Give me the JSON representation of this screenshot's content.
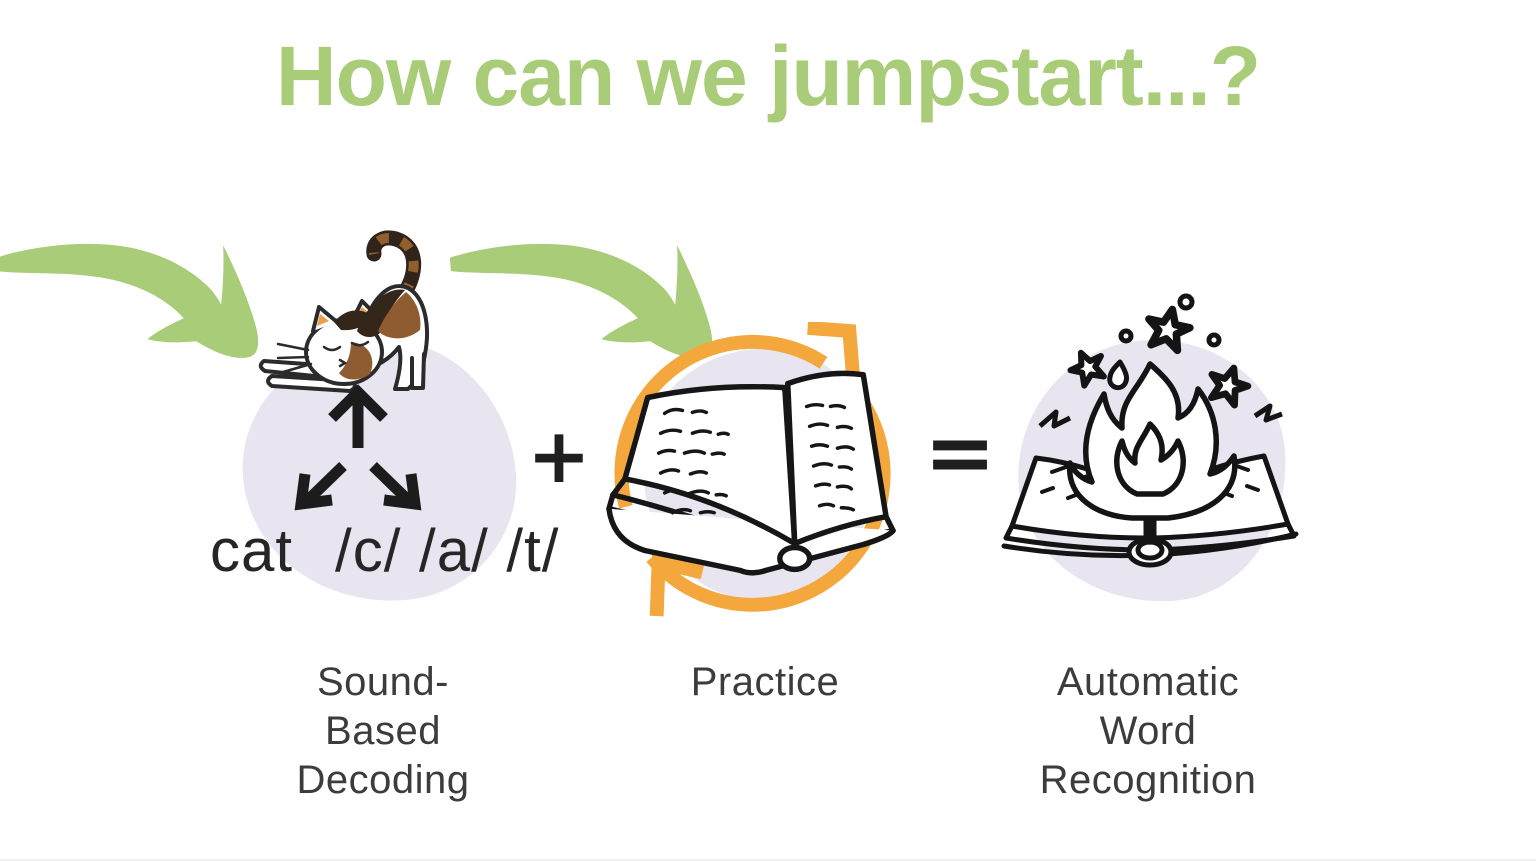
{
  "slide": {
    "title": "How can we jumpstart...?"
  },
  "equation": {
    "plus": "+",
    "equals": "="
  },
  "decoding": {
    "word": "cat",
    "phonemes": "/c/ /a/ /t/"
  },
  "concepts": [
    {
      "label": "Sound-Based Decoding",
      "label_lines": [
        "Sound-",
        "Based",
        "Decoding"
      ],
      "icon": "stretching-cat-illustration"
    },
    {
      "label": "Practice",
      "label_lines": [
        "Practice"
      ],
      "icon": "open-book-with-cycle-arrows"
    },
    {
      "label": "Automatic Word Recognition",
      "label_lines": [
        "Automatic",
        "Word",
        "Recognition"
      ],
      "icon": "burning-book-with-sparkles"
    }
  ],
  "icons": {
    "brush_arrow": "green-brush-arrow",
    "decode_arrows": "word-to-sounds-split-arrows",
    "cycle": "orange-cycle-arrows",
    "blob": "lavender-blob-decoration"
  },
  "colors": {
    "accent_green": "#a9cc78",
    "accent_orange": "#f3a73d",
    "blob_lavender": "#e8e4f0",
    "ink_black": "#1c1c1c",
    "label_gray": "#3c3c3c",
    "background": "#ffffff"
  }
}
